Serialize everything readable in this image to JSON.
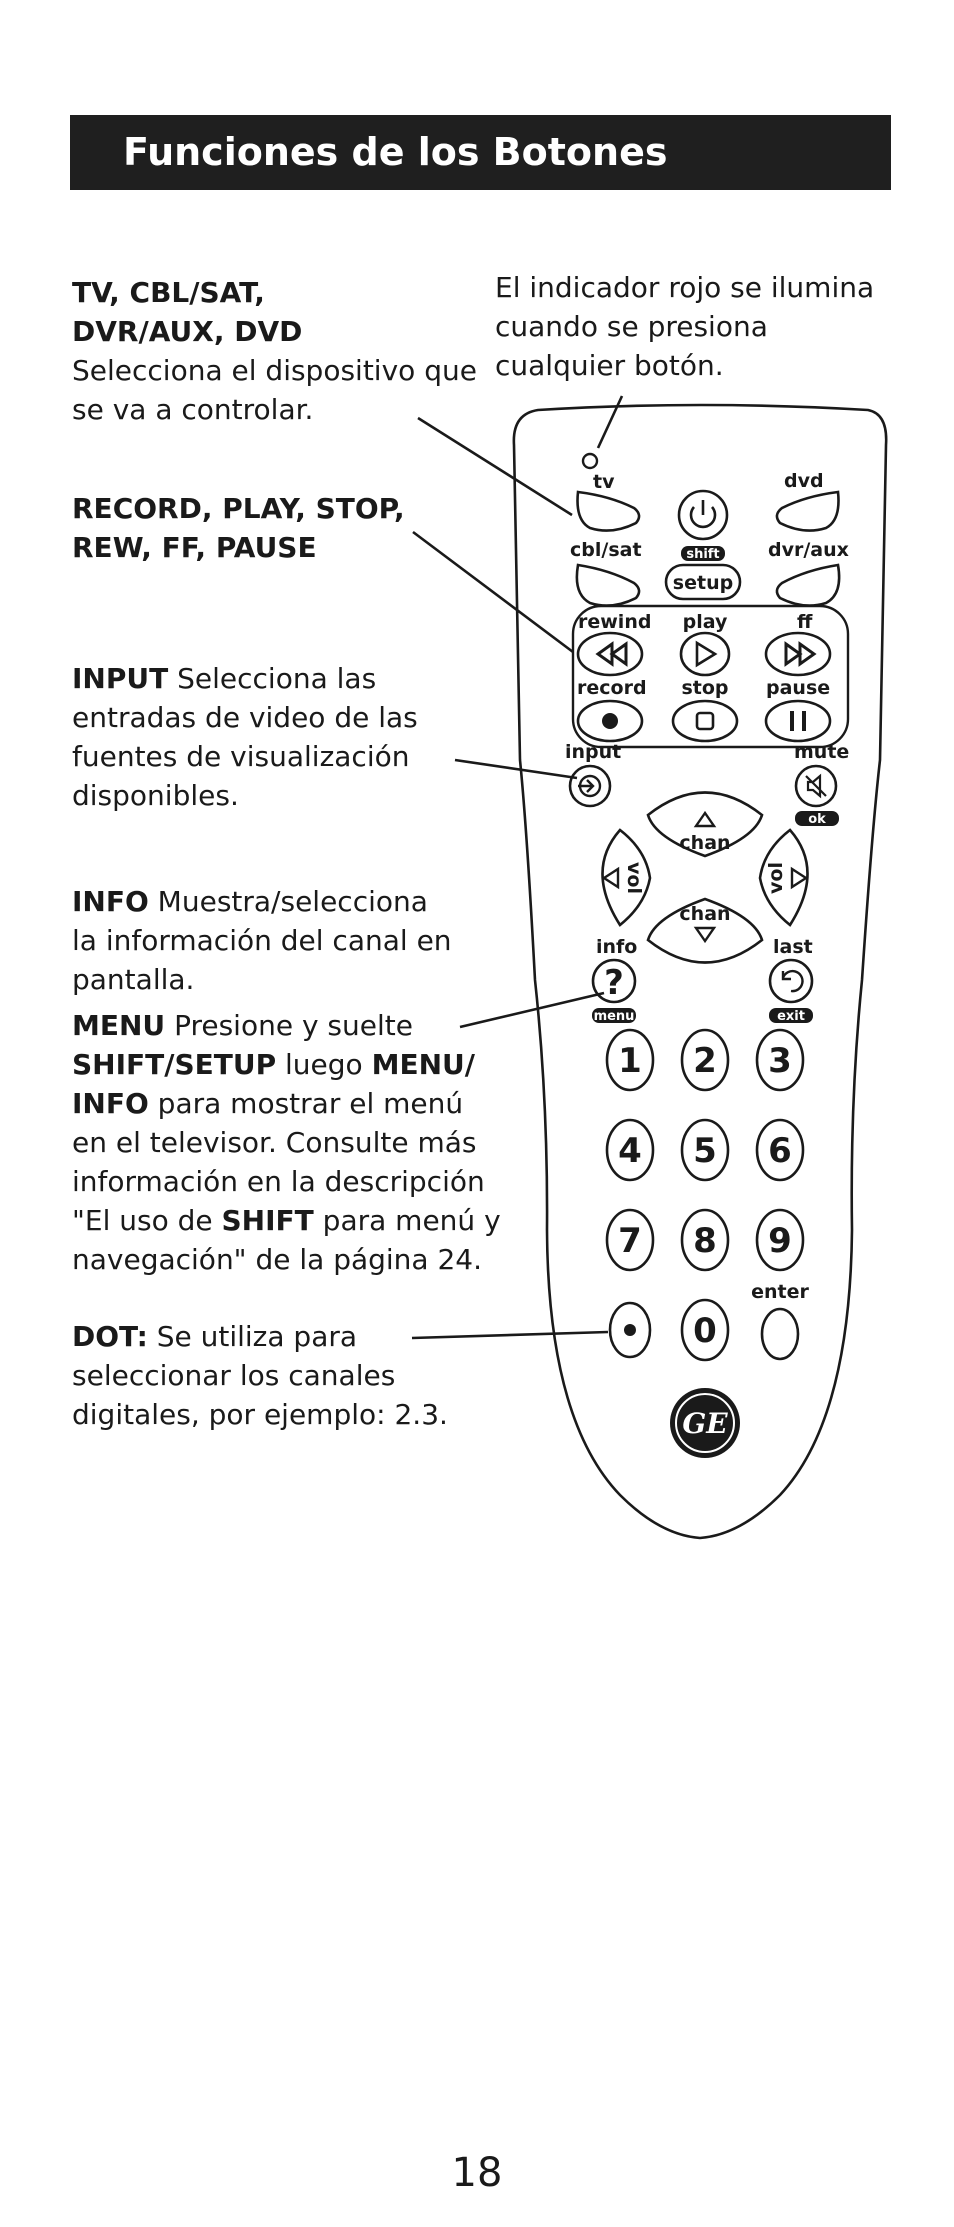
{
  "header": {
    "title": "Funciones de los Botones"
  },
  "indicator_note": [
    "El indicador rojo se ilumina",
    "cuando se presiona",
    "cualquier botón."
  ],
  "descriptions": {
    "devices": {
      "title_lines": [
        "TV, CBL/SAT,",
        "DVR/AUX, DVD"
      ],
      "body_lines": [
        "Selecciona el dispositivo que",
        "se va a controlar."
      ]
    },
    "transport": {
      "title_lines": [
        "RECORD, PLAY, STOP,",
        "REW, FF, PAUSE"
      ]
    },
    "input": {
      "bold": "INPUT",
      "first_rest": " Selecciona las",
      "lines": [
        "entradas de video de las",
        "fuentes de visualización",
        "disponibles."
      ]
    },
    "info": {
      "bold": "INFO",
      "first_rest": " Muestra/selecciona",
      "lines": [
        "la información del canal en",
        "pantalla."
      ]
    },
    "menu": {
      "l1_bold": "MENU",
      "l1_rest": " Presione y suelte",
      "l2_bold": "SHIFT/SETUP",
      "l2_mid": " luego ",
      "l2_bold2": "MENU/",
      "l3_bold": "INFO",
      "l3_rest": " para mostrar el menú",
      "l4": "en el televisor. Consulte más",
      "l5": "información en la descripción",
      "l6_pre": "\"El uso de ",
      "l6_bold": "SHIFT",
      "l6_rest": " para menú y",
      "l7": "navegación\" de la página 24."
    },
    "dot": {
      "bold": "DOT:",
      "first_rest": " Se utiliza para",
      "lines": [
        "seleccionar los canales",
        "digitales, por ejemplo: 2.3."
      ]
    }
  },
  "remote": {
    "labels": {
      "tv": "tv",
      "dvd": "dvd",
      "cbl_sat": "cbl/sat",
      "dvr_aux": "dvr/aux",
      "shift": "shift",
      "setup": "setup",
      "rewind": "rewind",
      "play": "play",
      "ff": "ff",
      "record": "record",
      "stop": "stop",
      "pause": "pause",
      "input": "input",
      "mute": "mute",
      "ok": "ok",
      "chan": "chan",
      "vol": "vol",
      "info": "info",
      "last": "last",
      "menu": "menu",
      "exit": "exit",
      "enter": "enter",
      "info_glyph": "?",
      "logo": "GE"
    },
    "digits": [
      "1",
      "2",
      "3",
      "4",
      "5",
      "6",
      "7",
      "8",
      "9",
      "0"
    ]
  },
  "page_number": "18"
}
